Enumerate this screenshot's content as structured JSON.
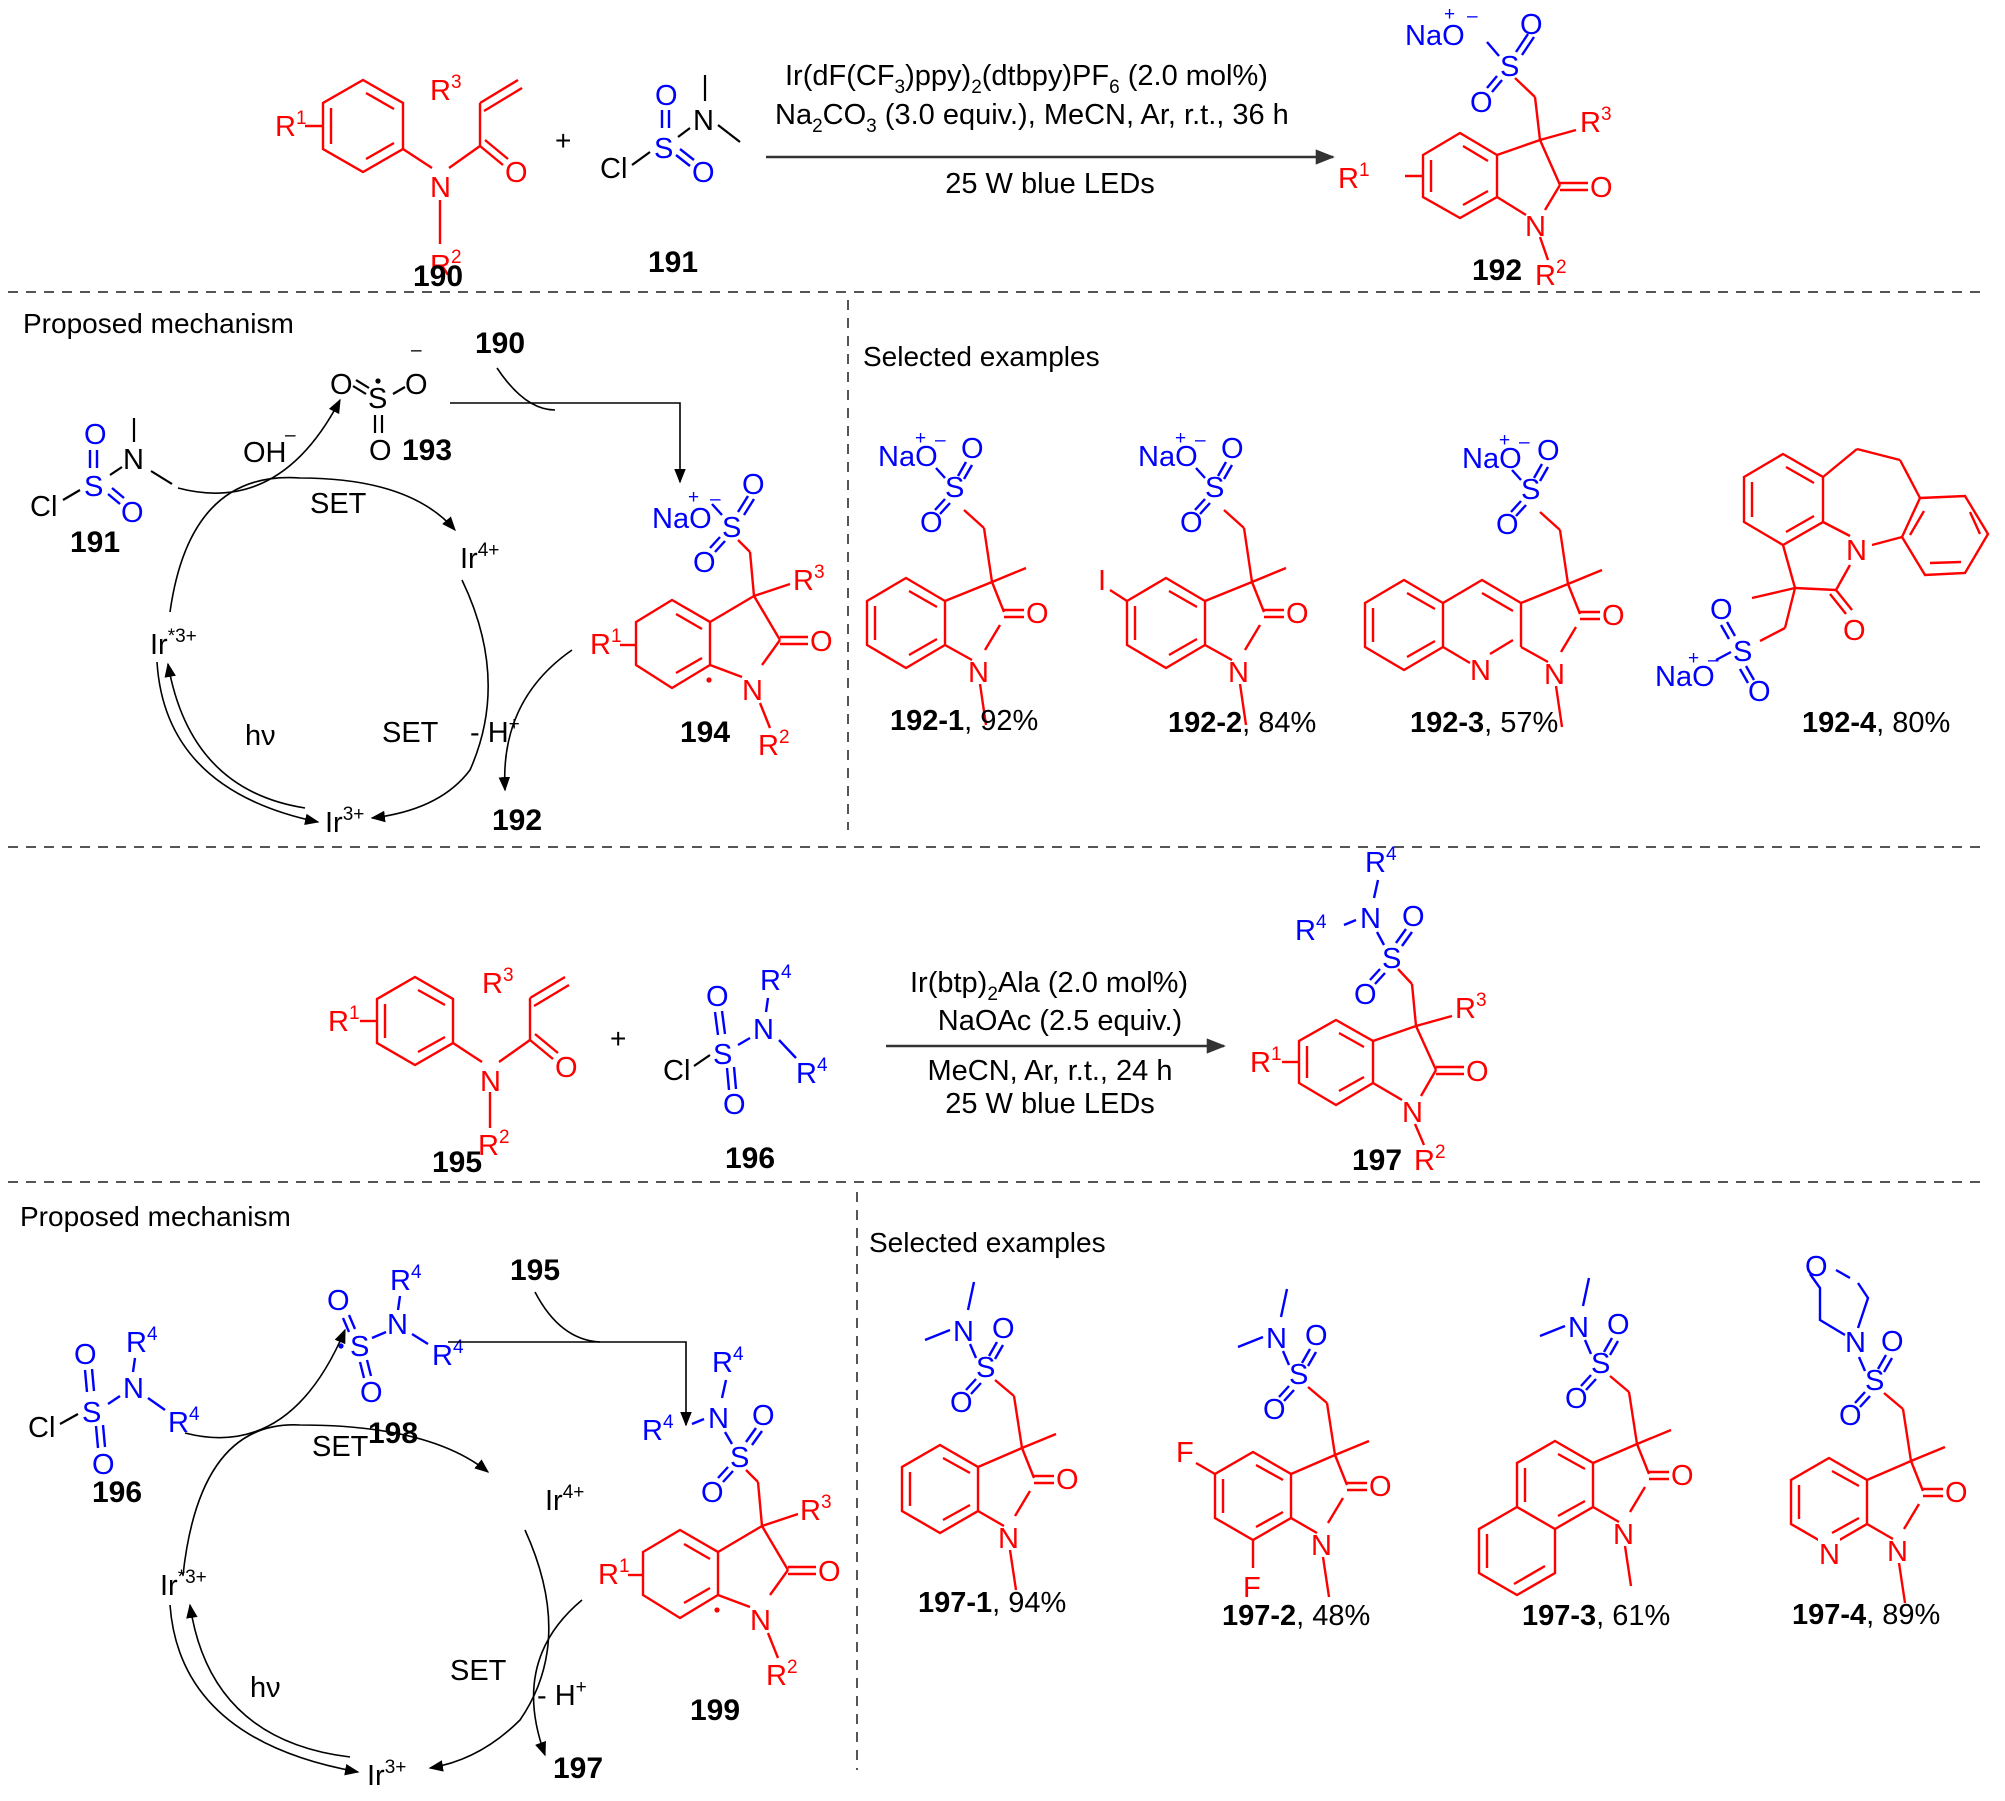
{
  "colors": {
    "substrate": "#ff0000",
    "sulfonyl": "#0000ff",
    "text": "#000000",
    "divider": "#555555"
  },
  "reaction1": {
    "reactant1": {
      "id": "190",
      "labels": {
        "r1": "R",
        "r1_sup": "1",
        "r2": "R",
        "r2_sup": "2",
        "r3": "R",
        "r3_sup": "3",
        "n": "N",
        "o": "O"
      }
    },
    "plus": "+",
    "reactant2": {
      "id": "191",
      "labels": {
        "cl": "Cl",
        "s": "S",
        "o": "O",
        "n": "N"
      }
    },
    "conditions_above": [
      {
        "parts": [
          "Ir(dF(CF",
          "3",
          ")ppy)",
          "2",
          "(dtbpy)PF",
          "6",
          " (2.0 mol%)"
        ]
      },
      {
        "parts": [
          "Na",
          "2",
          "CO",
          "3",
          " (3.0 equiv.), MeCN, Ar, r.t., 36 h"
        ]
      }
    ],
    "conditions_below": [
      "25 W blue LEDs"
    ],
    "product": {
      "id": "192",
      "labels": {
        "na": "Na",
        "plus": "+",
        "minus": "–",
        "o": "O",
        "s": "S",
        "r1": "R",
        "r1_sup": "1",
        "r2": "R",
        "r2_sup": "2",
        "r3": "R",
        "r3_sup": "3",
        "n": "N"
      }
    }
  },
  "mechanism1": {
    "title": "Proposed mechanism",
    "species": {
      "s191": "191",
      "s193": "193",
      "s190": "190",
      "s194": "194",
      "s192": "192"
    },
    "labels": {
      "oh": "OH",
      "oh_charge": "–",
      "set_top": "SET",
      "set_bottom": "SET",
      "ir4": "Ir",
      "ir4_sup": "4+",
      "ir_star": "Ir",
      "ir_star_sup": "*3+",
      "ir3": "Ir",
      "ir3_sup": "3+",
      "hv": "hν",
      "minus_h": "- H",
      "minus_h_sup": "+"
    }
  },
  "examples1": {
    "title": "Selected examples",
    "items": [
      {
        "id": "192-1",
        "yield": "92%"
      },
      {
        "id": "192-2",
        "yield": "84%",
        "substituent": "I"
      },
      {
        "id": "192-3",
        "yield": "57%",
        "ring_n": "N"
      },
      {
        "id": "192-4",
        "yield": "80%"
      }
    ]
  },
  "reaction2": {
    "reactant1": {
      "id": "195"
    },
    "plus": "+",
    "reactant2": {
      "id": "196"
    },
    "conditions_above": [
      {
        "parts": [
          "Ir(btp)",
          "2",
          "Ala (2.0 mol%)"
        ]
      },
      {
        "parts": [
          "NaOAc (2.5 equiv.)"
        ]
      }
    ],
    "conditions_below": [
      "MeCN, Ar, r.t., 24 h",
      "25 W blue LEDs"
    ],
    "product": {
      "id": "197"
    }
  },
  "mechanism2": {
    "title": "Proposed mechanism",
    "species": {
      "s196": "196",
      "s198": "198",
      "s195": "195",
      "s199": "199",
      "s197": "197"
    },
    "labels": {
      "set_top": "SET",
      "set_bottom": "SET",
      "ir4": "Ir",
      "ir4_sup": "4+",
      "ir_star": "Ir",
      "ir_star_sup": "*3+",
      "ir3": "Ir",
      "ir3_sup": "3+",
      "hv": "hν",
      "minus_h": "- H",
      "minus_h_sup": "+"
    }
  },
  "examples2": {
    "title": "Selected examples",
    "items": [
      {
        "id": "197-1",
        "yield": "94%"
      },
      {
        "id": "197-2",
        "yield": "48%",
        "substituent": "F"
      },
      {
        "id": "197-3",
        "yield": "61%"
      },
      {
        "id": "197-4",
        "yield": "89%",
        "ring_o": "O",
        "ring_n": "N"
      }
    ]
  },
  "atoms": {
    "O": "O",
    "N": "N",
    "S": "S",
    "Cl": "Cl",
    "Na": "Na",
    "R": "R",
    "F": "F",
    "I": "I",
    "plus": "+",
    "minus": "–",
    "radical": "·",
    "sep": ", "
  },
  "r_sups": {
    "1": "1",
    "2": "2",
    "3": "3",
    "4": "4"
  }
}
